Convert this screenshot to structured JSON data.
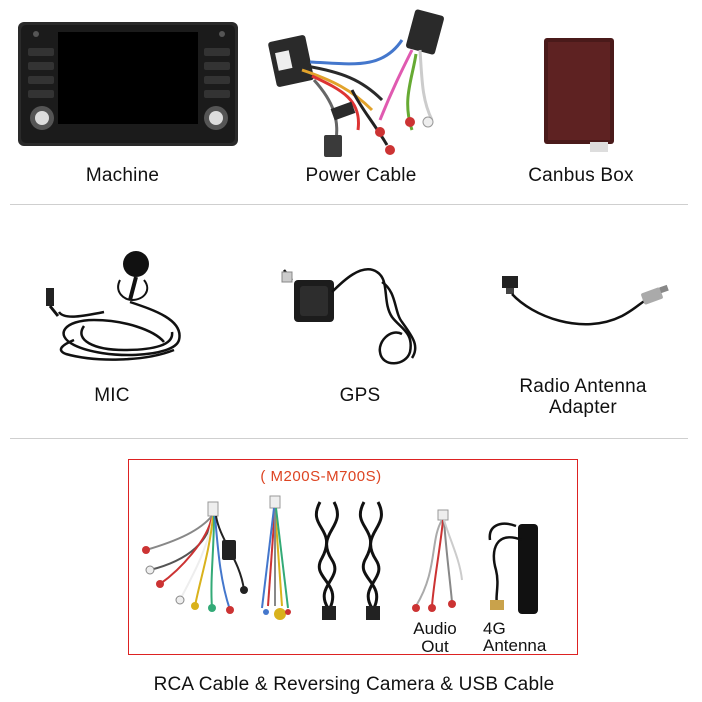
{
  "row1": {
    "machine": "Machine",
    "power_cable": "Power Cable",
    "canbus_box": "Canbus Box"
  },
  "row2": {
    "mic": "MIC",
    "gps": "GPS",
    "radio_line1": "Radio Antenna",
    "radio_line2": "Adapter"
  },
  "row3": {
    "model_note": "( M200S-M700S)",
    "audio_line1": "Audio",
    "audio_line2": "Out",
    "antenna_line1": "4G",
    "antenna_line2": "Antenna",
    "footer": "RCA Cable & Reversing  Camera & USB Cable"
  },
  "colors": {
    "accent_red": "#d42222",
    "divider": "#cfcfcf"
  },
  "icons": [
    "car-stereo-machine",
    "power-harness",
    "canbus-box",
    "microphone",
    "gps-antenna",
    "radio-adapter",
    "rca-cable",
    "usb-cable",
    "audio-out-cable",
    "4g-antenna"
  ]
}
